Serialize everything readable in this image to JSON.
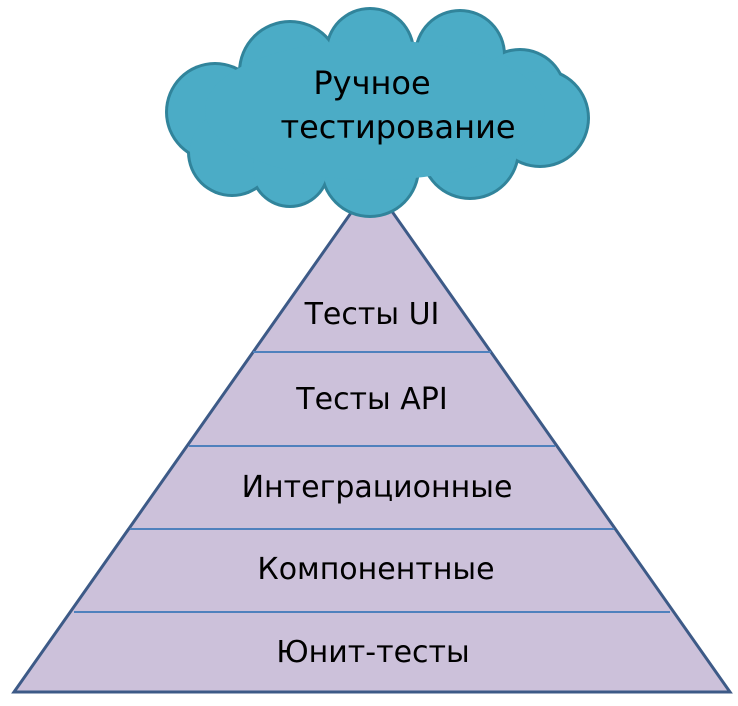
{
  "cloud": {
    "lines": [
      "Ручное",
      "тестирование"
    ],
    "fill": "#4bacc6",
    "stroke": "#31849b"
  },
  "pyramid": {
    "fill": "#ccc1da",
    "stroke": "#3d5a87",
    "divider": "#4f81bd",
    "levels": [
      "Тесты UI",
      "Тесты API",
      "Интеграционные",
      "Компонентные",
      "Юнит-тесты"
    ]
  }
}
